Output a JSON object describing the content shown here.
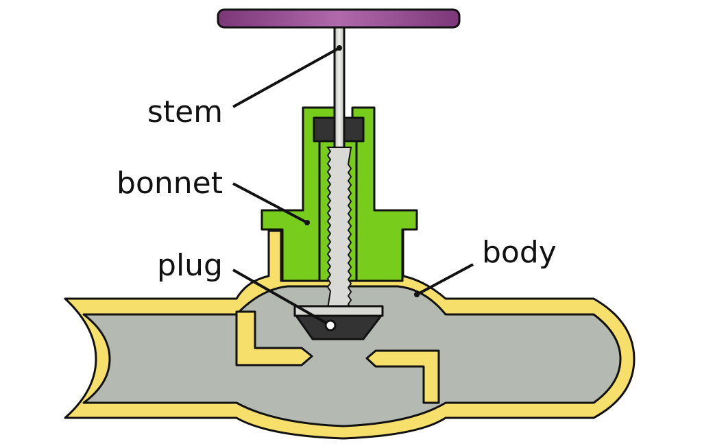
{
  "labels": {
    "stem": "stem",
    "bonnet": "bonnet",
    "plug": "plug",
    "body": "body"
  },
  "colors": {
    "handwheel": "#9a4e96",
    "bonnet": "#78cc1c",
    "body_wall": "#f6df6b",
    "fluid": "#b4bab1",
    "stem": "#d9d9d6",
    "plug": "#333333",
    "outline": "#111111"
  }
}
